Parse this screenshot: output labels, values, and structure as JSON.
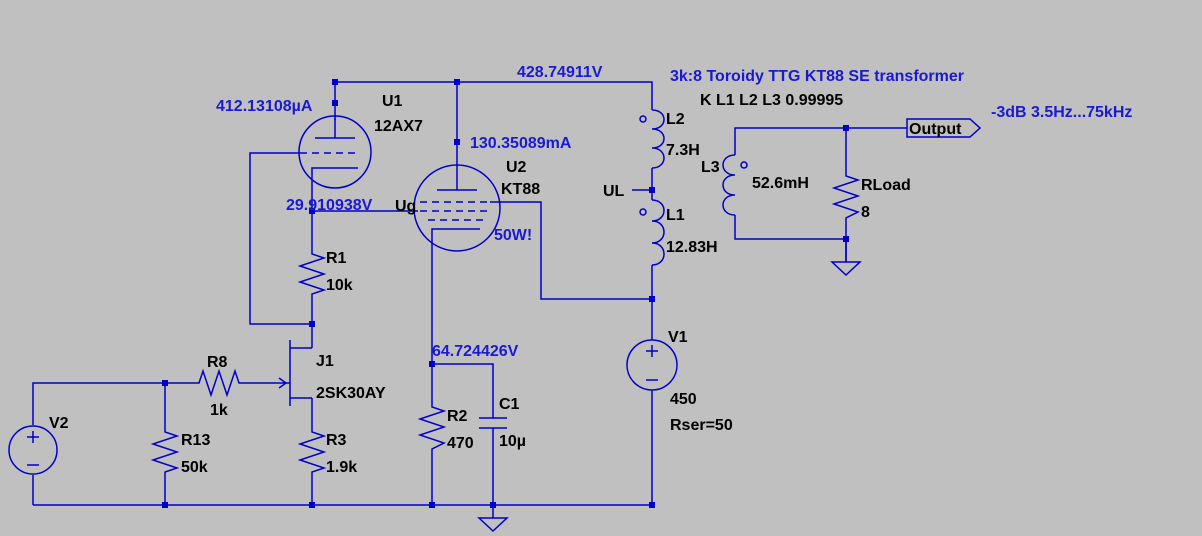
{
  "components": {
    "U1": {
      "ref": "U1",
      "value": "12AX7"
    },
    "U2": {
      "ref": "U2",
      "value": "KT88"
    },
    "R1": {
      "ref": "R1",
      "value": "10k"
    },
    "R2": {
      "ref": "R2",
      "value": "470"
    },
    "R3": {
      "ref": "R3",
      "value": "1.9k"
    },
    "R8": {
      "ref": "R8",
      "value": "1k"
    },
    "R13": {
      "ref": "R13",
      "value": "50k"
    },
    "RLoad": {
      "ref": "RLoad",
      "value": "8"
    },
    "C1": {
      "ref": "C1",
      "value": "10µ"
    },
    "J1": {
      "ref": "J1",
      "value": "2SK30AY"
    },
    "L1": {
      "ref": "L1",
      "value": "12.83H"
    },
    "L2": {
      "ref": "L2",
      "value": "7.3H"
    },
    "L3": {
      "ref": "L3",
      "value": "52.6mH"
    },
    "V1": {
      "ref": "V1",
      "value": "450",
      "extra": "Rser=50"
    },
    "V2": {
      "ref": "V2"
    }
  },
  "net_labels": {
    "output": "Output",
    "ul": "UL",
    "ug": "Ug"
  },
  "annotations": {
    "b_plus_voltage": "428.74911V",
    "u1_plate_current": "412.13108µA",
    "u2_plate_current": "130.35089mA",
    "u1_cathode_voltage": "29.910938V",
    "u2_cathode_voltage": "64.724426V",
    "power": "50W!",
    "transformer_title": "3k:8 Toroidy TTG KT88 SE transformer",
    "coupling_directive": "K L1 L2 L3 0.99995",
    "bandwidth": "-3dB 3.5Hz...75kHz"
  }
}
